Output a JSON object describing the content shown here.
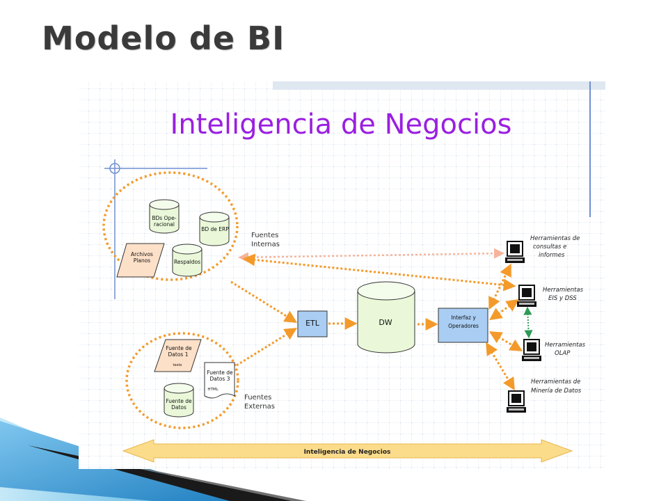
{
  "slide": {
    "title": "Modelo de BI"
  },
  "diagram": {
    "heading": "Inteligencia de Negocios",
    "internal": {
      "bds_operacional": [
        "BDs Ope-",
        "racional"
      ],
      "bd_erp": "BD de ERP",
      "archivos_planos": [
        "Archivos",
        "Planos"
      ],
      "respaldos": "Respaldos",
      "label": [
        "Fuentes",
        "Internas"
      ]
    },
    "external": {
      "fuente1": [
        "Fuente de",
        "Datos 1"
      ],
      "fuente1_sub": "texto",
      "fuente3": [
        "Fuente de",
        "Datos 3"
      ],
      "fuente3_sub": "HTML",
      "fuente_datos": [
        "Fuente de",
        "Datos"
      ],
      "label": [
        "Fuentes",
        "Externas"
      ]
    },
    "etl": "ETL",
    "dw": "DW",
    "interfaz": [
      "Interfaz y",
      "Operadores"
    ],
    "tools": {
      "consultas": [
        "Herramientas de",
        "consultas e",
        "informes"
      ],
      "eis": [
        "Herramientas",
        "EIS y DSS"
      ],
      "olap": [
        "Herramientas",
        "OLAP"
      ],
      "mineria": [
        "Herramientas de",
        "Minería de Datos"
      ]
    },
    "banner": "Inteligencia de Negocios"
  },
  "colors": {
    "orange": "#f39a2a",
    "purple": "#9a1fe0",
    "box_blue": "#a9cdf3",
    "cylinder_green": "#eaf8d9",
    "parallelogram": "#fde0c8",
    "banner": "#fbdc8b",
    "green_dashed": "#2e9a55"
  }
}
